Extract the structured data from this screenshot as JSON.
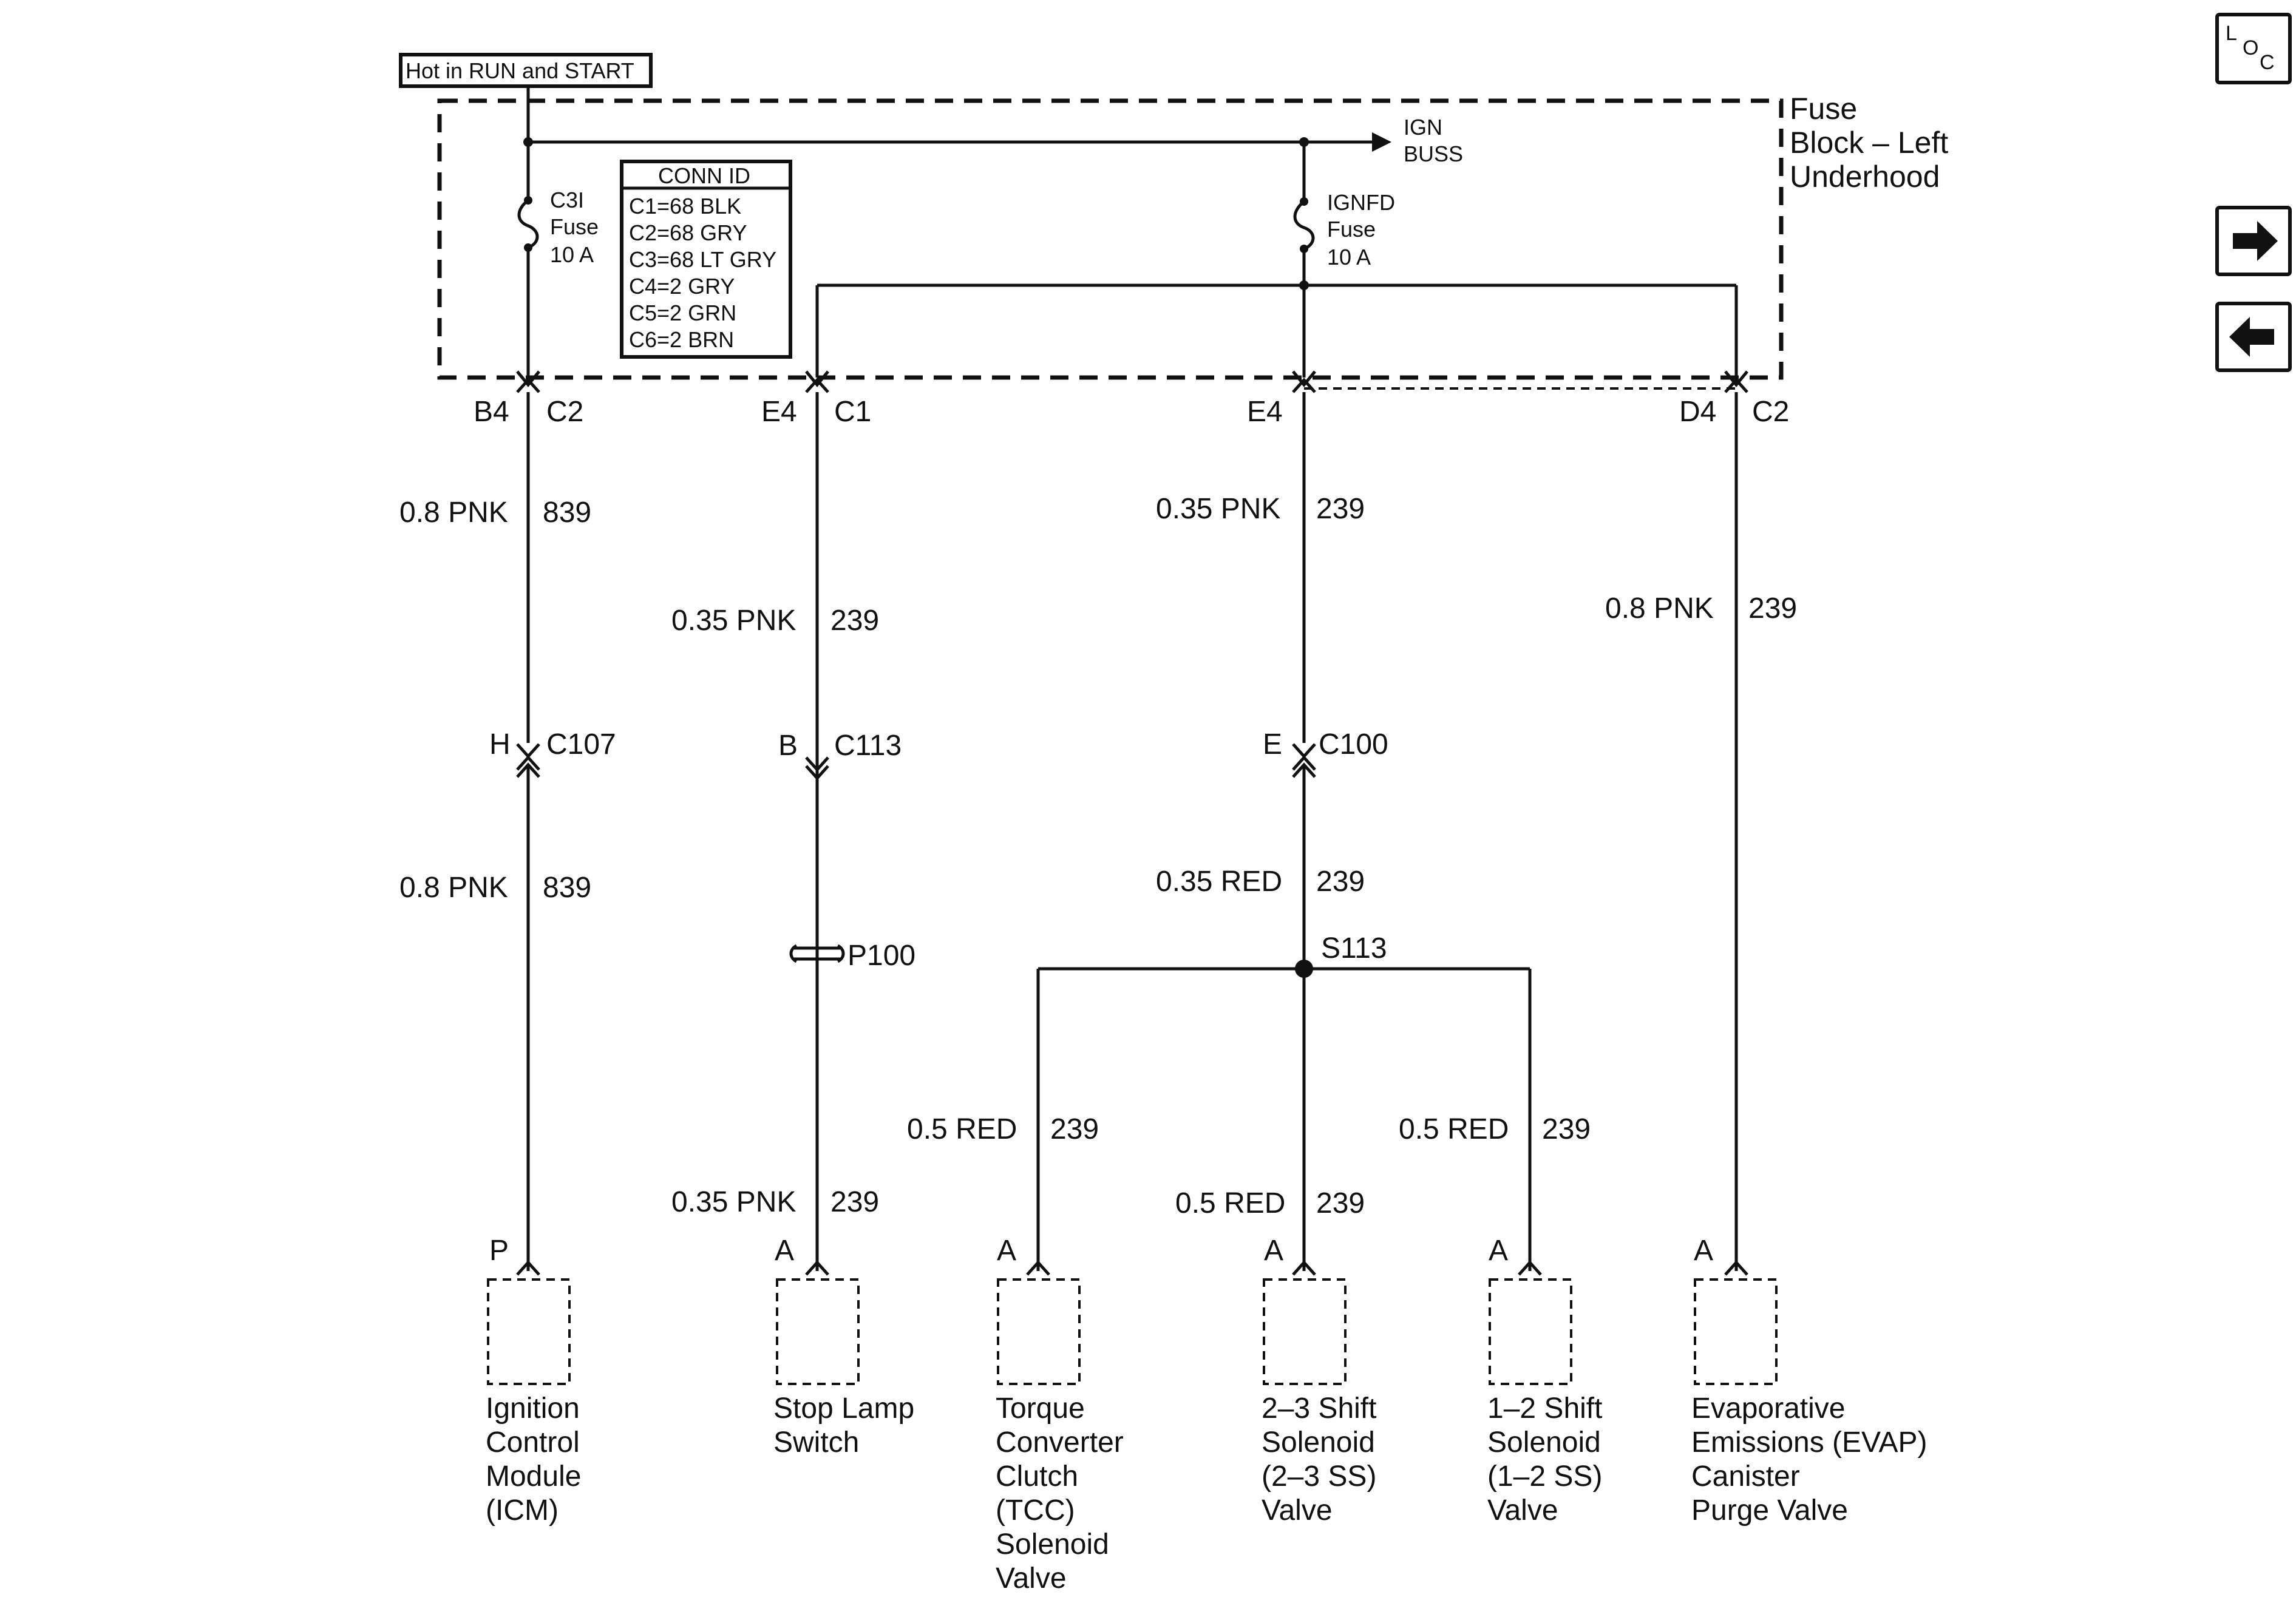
{
  "header": {
    "hot_label": "Hot in RUN and START"
  },
  "fuse_block": {
    "title_line1": "Fuse",
    "title_line2": "Block – Left",
    "title_line3": "Underhood"
  },
  "ign_buss": {
    "line1": "IGN",
    "line2": "BUSS"
  },
  "fuse_c3i": {
    "line1": "C3I",
    "line2": "Fuse",
    "line3": "10 A"
  },
  "fuse_ignfd": {
    "line1": "IGNFD",
    "line2": "Fuse",
    "line3": "10 A"
  },
  "conn_id": {
    "title": "CONN ID",
    "rows": [
      "C1=68 BLK",
      "C2=68 GRY",
      "C3=68 LT GRY",
      "C4=2 GRY",
      "C5=2 GRN",
      "C6=2 BRN"
    ]
  },
  "nav": {
    "loc_l": "L",
    "loc_o": "O",
    "loc_c": "C",
    "forward_icon": "arrow-right",
    "back_icon": "arrow-left"
  },
  "connectors": {
    "b4": "B4",
    "b4_conn": "C2",
    "e4a": "E4",
    "e4a_conn": "C1",
    "e4b": "E4",
    "d4": "D4",
    "d4_conn": "C2",
    "h": "H",
    "c107": "C107",
    "b": "B",
    "c113": "C113",
    "e": "E",
    "c100": "C100",
    "p100": "P100",
    "s113": "S113"
  },
  "wires": {
    "w1_top_gauge": "0.8 PNK",
    "w1_top_circuit": "839",
    "w1_bot_gauge": "0.8 PNK",
    "w1_bot_circuit": "839",
    "w2_top_gauge": "0.35 PNK",
    "w2_top_circuit": "239",
    "w2_bot_gauge": "0.35 PNK",
    "w2_bot_circuit": "239",
    "w3_top_gauge": "0.35 PNK",
    "w3_top_circuit": "239",
    "w3_mid_gauge": "0.35 RED",
    "w3_mid_circuit": "239",
    "w3_bot_gauge": "0.5 RED",
    "w3_bot_circuit": "239",
    "w4_gauge": "0.8 PNK",
    "w4_circuit": "239",
    "tcc_gauge": "0.5 RED",
    "tcc_circuit": "239",
    "ss12_gauge": "0.5 RED",
    "ss12_circuit": "239"
  },
  "components": {
    "icm": {
      "pin": "P",
      "lines": [
        "Ignition",
        "Control",
        "Module",
        "(ICM)"
      ]
    },
    "stop_lamp": {
      "pin": "A",
      "lines": [
        "Stop Lamp",
        "Switch"
      ]
    },
    "tcc": {
      "pin": "A",
      "lines": [
        "Torque",
        "Converter",
        "Clutch",
        "(TCC)",
        "Solenoid",
        "Valve"
      ]
    },
    "ss23": {
      "pin": "A",
      "lines": [
        "2–3 Shift",
        "Solenoid",
        "(2–3 SS)",
        "Valve"
      ]
    },
    "ss12": {
      "pin": "A",
      "lines": [
        "1–2 Shift",
        "Solenoid",
        "(1–2 SS)",
        "Valve"
      ]
    },
    "evap": {
      "pin": "A",
      "lines": [
        "Evaporative",
        "Emissions (EVAP)",
        "Canister",
        "Purge Valve"
      ]
    }
  }
}
